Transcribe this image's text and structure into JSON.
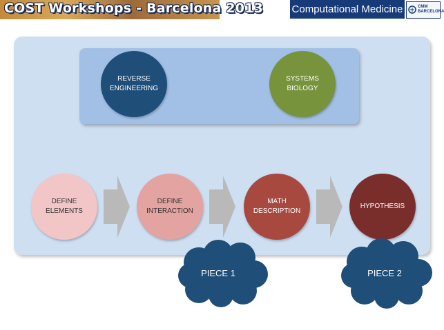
{
  "header": {
    "workshop_title": "COST Workshops - Barcelona 2013",
    "brand_title": "Computational Medicine",
    "logo_text": "CMM\nBARCELONA"
  },
  "diagram": {
    "top_nodes": [
      {
        "label": "REVERSE\nENGINEERING",
        "color": "#1f4e79"
      },
      {
        "label": "SYSTEMS\nBIOLOGY",
        "color": "#77933c"
      }
    ],
    "steps": [
      {
        "label": "DEFINE\nELEMENTS",
        "color": "#f2c6c6",
        "text_color": "#333333"
      },
      {
        "label": "DEFINE\nINTERACTION",
        "color": "#e3a3a0",
        "text_color": "#333333"
      },
      {
        "label": "MATH\nDESCRIPTION",
        "color": "#a8493f",
        "text_color": "#ffffff"
      },
      {
        "label": "HYPOTHESIS",
        "color": "#7a2e2c",
        "text_color": "#ffffff"
      }
    ],
    "clouds": [
      {
        "label": "PIECE 1",
        "color": "#1f4e79"
      },
      {
        "label": "PIECE 2",
        "color": "#1f4e79"
      }
    ],
    "arrow_color": "#b9b9b9"
  }
}
